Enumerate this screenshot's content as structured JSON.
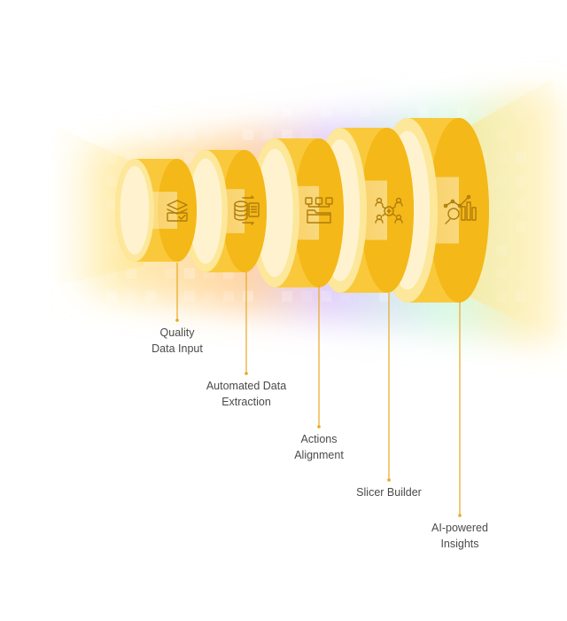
{
  "colors": {
    "cylinder_fill": "#F9C93B",
    "cylinder_side": "#F4B818",
    "face_inner": "#FFF3CF",
    "face_ring": "#FDE79A",
    "connector": "#E9A820",
    "icon_stroke": "#B07C0C",
    "label_text": "#4a4a4a",
    "glow_purple": "#C9A6FF",
    "glow_green": "#A6F2C9",
    "glow_yellow": "#FFE27A"
  },
  "stages": [
    {
      "id": "quality-data-input",
      "icon": "layers-check-icon",
      "label_lines": [
        "Quality",
        "Data Input"
      ]
    },
    {
      "id": "automated-data-extraction",
      "icon": "database-document-icon",
      "label_lines": [
        "Automated Data",
        "Extraction"
      ]
    },
    {
      "id": "actions-alignment",
      "icon": "folder-network-icon",
      "label_lines": [
        "Actions",
        "Alignment"
      ]
    },
    {
      "id": "slicer-builder",
      "icon": "people-network-icon",
      "label_lines": [
        "Slicer Builder"
      ]
    },
    {
      "id": "ai-powered-insights",
      "icon": "analytics-chart-icon",
      "label_lines": [
        "AI-powered",
        "Insights"
      ]
    }
  ]
}
